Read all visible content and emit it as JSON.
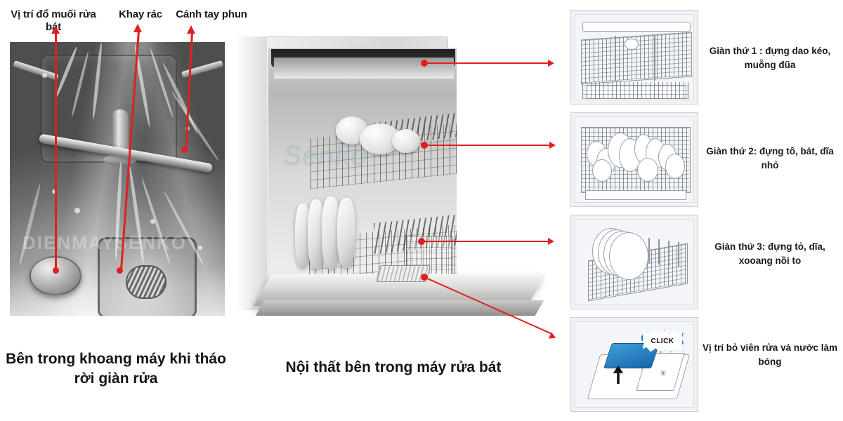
{
  "top_labels": [
    {
      "id": "salt",
      "text": "Vị trí đổ muối rửa bát"
    },
    {
      "id": "trash-tray",
      "text": "Khay rác"
    },
    {
      "id": "spray-arm",
      "text": "Cánh tay phun"
    }
  ],
  "captions": {
    "left": "Bên trong khoang máy khi tháo rời giàn rửa",
    "center": "Nội thất bên trong máy rửa bát"
  },
  "watermarks": {
    "left": "DIENMAYSENKO",
    "center": "Senko"
  },
  "rack_items": [
    {
      "id": "rack-1",
      "text": "Giàn thứ 1 : đựng dao kéo, muỗng đũa"
    },
    {
      "id": "rack-2",
      "text": "Giàn thứ 2: đựng  tô, bát, dĩa  nhỏ"
    },
    {
      "id": "rack-3",
      "text": "Giàn thứ 3: đựng tỏ, dĩa, xooang nồi to"
    },
    {
      "id": "rack-4",
      "text": "Vị trí bỏ viên rửa và nước làm bóng"
    }
  ],
  "badges": {
    "click": "CLICK"
  },
  "colors": {
    "pointer": "#e02020",
    "text": "#1a1a1a",
    "thumb_bg": "#eef1f5",
    "thumb_border": "#cfcfcf",
    "accent_blue": "#2f7fd0"
  }
}
